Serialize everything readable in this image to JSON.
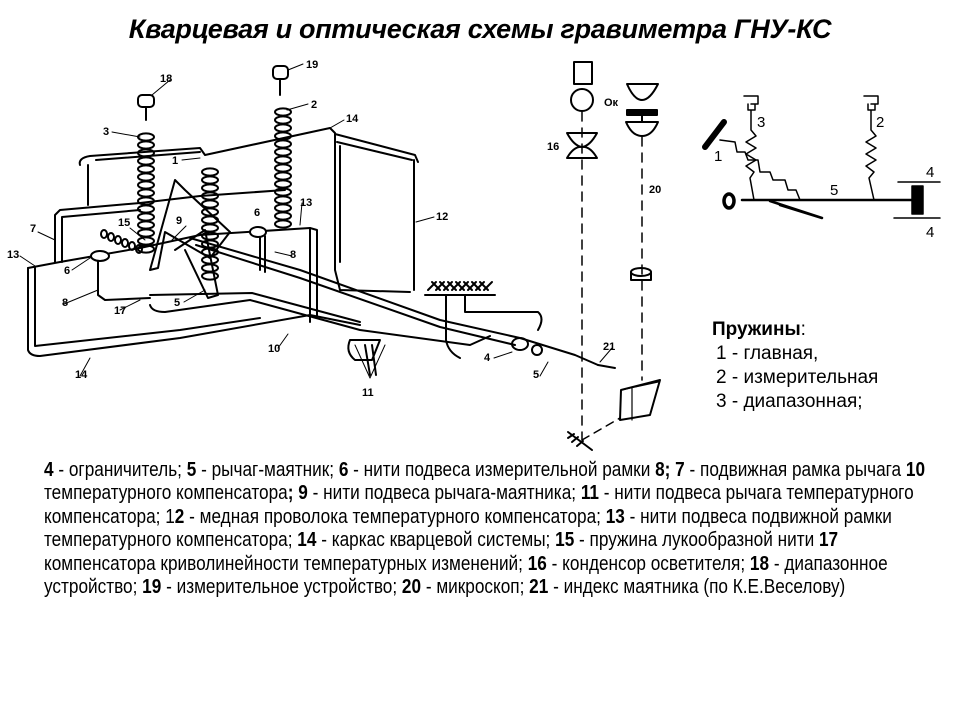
{
  "title": "Кварцевая и оптическая схемы гравиметра ГНУ-КС",
  "diagram_labels": {
    "quartz": [
      "18",
      "19",
      "3",
      "2",
      "14",
      "1",
      "12",
      "7",
      "13",
      "15",
      "9",
      "6",
      "13",
      "6",
      "8",
      "8",
      "17",
      "5",
      "10",
      "14",
      "11",
      "4",
      "5",
      "21"
    ],
    "optical": {
      "eyepiece": "Ок",
      "condenser": "16",
      "microscope": "20"
    },
    "schematic": [
      "1",
      "3",
      "2",
      "5",
      "4",
      "4"
    ]
  },
  "springs": {
    "heading": "Пружины",
    "colon": ":",
    "items": [
      "1 - главная,",
      "2 - измерительная",
      "3 - диапазонная;"
    ]
  },
  "legend": [
    {
      "num": "4",
      "text": " - ограничитель; "
    },
    {
      "num": "5",
      "text": " - рычаг-маятник; "
    },
    {
      "num": "6",
      "text": " - нити подвеса измерительной рамки "
    },
    {
      "num": "8; 7",
      "text": " - подвижная рамка рычага "
    },
    {
      "num": "10",
      "text": " температурного компенсатора"
    },
    {
      "num": ";",
      "text": " "
    },
    {
      "num": "9",
      "text": " - нити подвеса рычага-маятника; "
    },
    {
      "num": "11",
      "text": " - нити подвеса рычага температурного компенсатора; 1"
    },
    {
      "num": "2",
      "text": " - медная проволока температурного компенсатора; "
    },
    {
      "num": "13",
      "text": " - нити подвеса подвижной рамки температурного компенсатора; "
    },
    {
      "num": "14",
      "text": " - каркас кварцевой системы; "
    },
    {
      "num": "15",
      "text": " - пружина лукообразной нити "
    },
    {
      "num": "17",
      "text": " компенсатора криволинейности температурных изменений; "
    },
    {
      "num": "16",
      "text": " - конденсор осветителя; "
    },
    {
      "num": "18",
      "text": " - диапазонное устройство; "
    },
    {
      "num": "19",
      "text": " - измерительное устройство; "
    },
    {
      "num": "20",
      "text": " - микроскоп; "
    },
    {
      "num": "21",
      "text": " - индекс маятника (по К.Е.Веселову)"
    }
  ]
}
